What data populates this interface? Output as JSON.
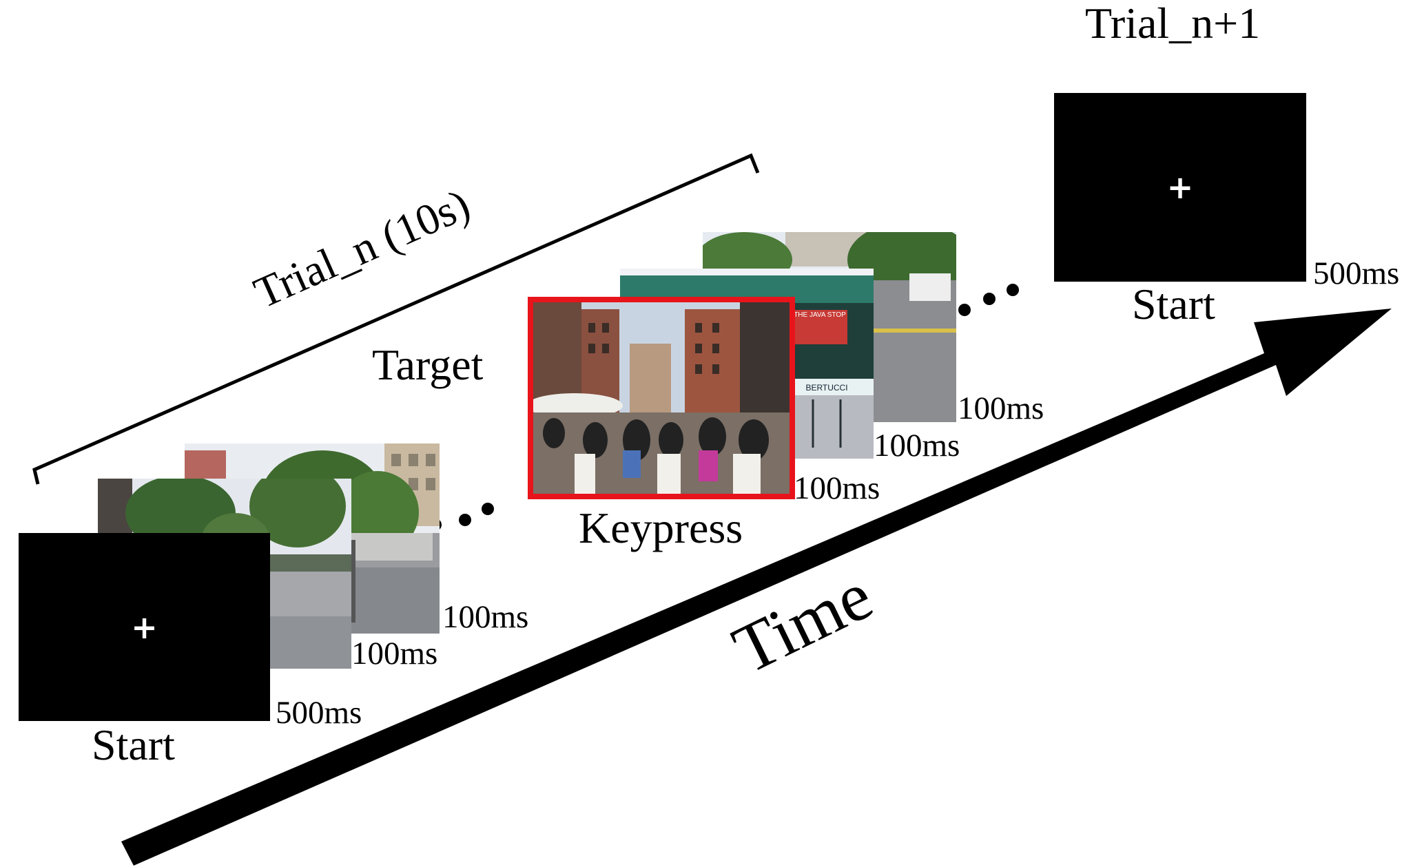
{
  "trial_label": "Trial_n (10s)",
  "next_trial_label": "Trial_n+1",
  "target_label": "Target",
  "keypress_label": "Keypress",
  "time_label": "Time",
  "start_first": {
    "label": "Start",
    "duration": "500ms",
    "cross": "+"
  },
  "start_next": {
    "label": "Start",
    "duration": "500ms",
    "cross": "+"
  },
  "frames": [
    {
      "duration": "100ms"
    },
    {
      "duration": "100ms"
    },
    {
      "duration": "100ms"
    },
    {
      "duration": "100ms"
    },
    {
      "duration": "100ms"
    }
  ],
  "sign_text": {
    "shop": "THE JAVA STOP",
    "shop2": "BERTUCCI"
  },
  "colors": {
    "target_border": "#e8141b",
    "screen": "#000000",
    "arrow": "#000000"
  }
}
